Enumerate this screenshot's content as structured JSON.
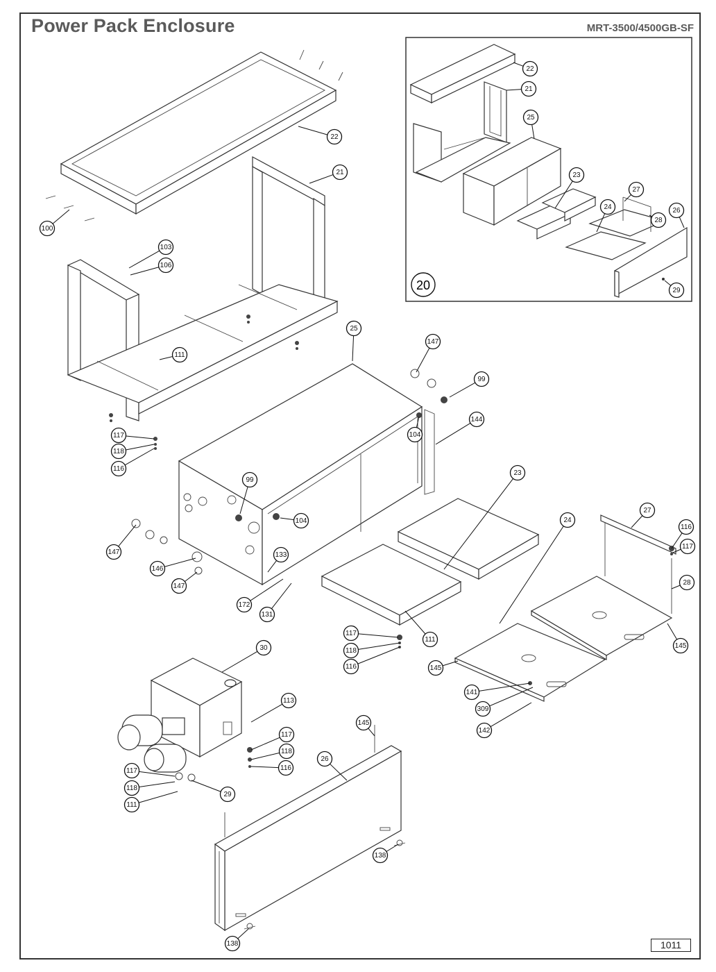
{
  "header": {
    "title": "Power Pack Enclosure",
    "model": "MRT-3500/4500GB-SF"
  },
  "footer": {
    "page_number": "1011"
  },
  "inset": {
    "assembly_number": "20"
  },
  "callouts": [
    {
      "id": "c22",
      "label": "22"
    },
    {
      "id": "c100",
      "label": "100"
    },
    {
      "id": "c21",
      "label": "21"
    },
    {
      "id": "c103",
      "label": "103"
    },
    {
      "id": "c106",
      "label": "106"
    },
    {
      "id": "c111a",
      "label": "111"
    },
    {
      "id": "c117a",
      "label": "117"
    },
    {
      "id": "c118a",
      "label": "118"
    },
    {
      "id": "c116a",
      "label": "116"
    },
    {
      "id": "c25",
      "label": "25"
    },
    {
      "id": "c147a",
      "label": "147"
    },
    {
      "id": "c99a",
      "label": "99"
    },
    {
      "id": "c104a",
      "label": "104"
    },
    {
      "id": "c144",
      "label": "144"
    },
    {
      "id": "c99b",
      "label": "99"
    },
    {
      "id": "c104b",
      "label": "104"
    },
    {
      "id": "c147b",
      "label": "147"
    },
    {
      "id": "c146",
      "label": "146"
    },
    {
      "id": "c147c",
      "label": "147"
    },
    {
      "id": "c133",
      "label": "133"
    },
    {
      "id": "c172",
      "label": "172"
    },
    {
      "id": "c131",
      "label": "131"
    },
    {
      "id": "c23",
      "label": "23"
    },
    {
      "id": "c111b",
      "label": "111"
    },
    {
      "id": "c117b",
      "label": "117"
    },
    {
      "id": "c118b",
      "label": "118"
    },
    {
      "id": "c116b",
      "label": "116"
    },
    {
      "id": "c24",
      "label": "24"
    },
    {
      "id": "c27",
      "label": "27"
    },
    {
      "id": "c116c",
      "label": "116"
    },
    {
      "id": "c117c",
      "label": "117"
    },
    {
      "id": "c28",
      "label": "28"
    },
    {
      "id": "c145a",
      "label": "145"
    },
    {
      "id": "c145b",
      "label": "145"
    },
    {
      "id": "c141",
      "label": "141"
    },
    {
      "id": "c309",
      "label": "309"
    },
    {
      "id": "c142",
      "label": "142"
    },
    {
      "id": "c30",
      "label": "30"
    },
    {
      "id": "c113",
      "label": "113"
    },
    {
      "id": "c117d",
      "label": "117"
    },
    {
      "id": "c118d",
      "label": "118"
    },
    {
      "id": "c116d",
      "label": "116"
    },
    {
      "id": "c117e",
      "label": "117"
    },
    {
      "id": "c118e",
      "label": "118"
    },
    {
      "id": "c111c",
      "label": "111"
    },
    {
      "id": "c29",
      "label": "29"
    },
    {
      "id": "c145c",
      "label": "145"
    },
    {
      "id": "c26",
      "label": "26"
    },
    {
      "id": "c138a",
      "label": "138"
    },
    {
      "id": "c138b",
      "label": "138"
    },
    {
      "id": "i22",
      "label": "22"
    },
    {
      "id": "i21",
      "label": "21"
    },
    {
      "id": "i25",
      "label": "25"
    },
    {
      "id": "i23",
      "label": "23"
    },
    {
      "id": "i27",
      "label": "27"
    },
    {
      "id": "i24",
      "label": "24"
    },
    {
      "id": "i28",
      "label": "28"
    },
    {
      "id": "i26",
      "label": "26"
    },
    {
      "id": "i29",
      "label": "29"
    }
  ]
}
